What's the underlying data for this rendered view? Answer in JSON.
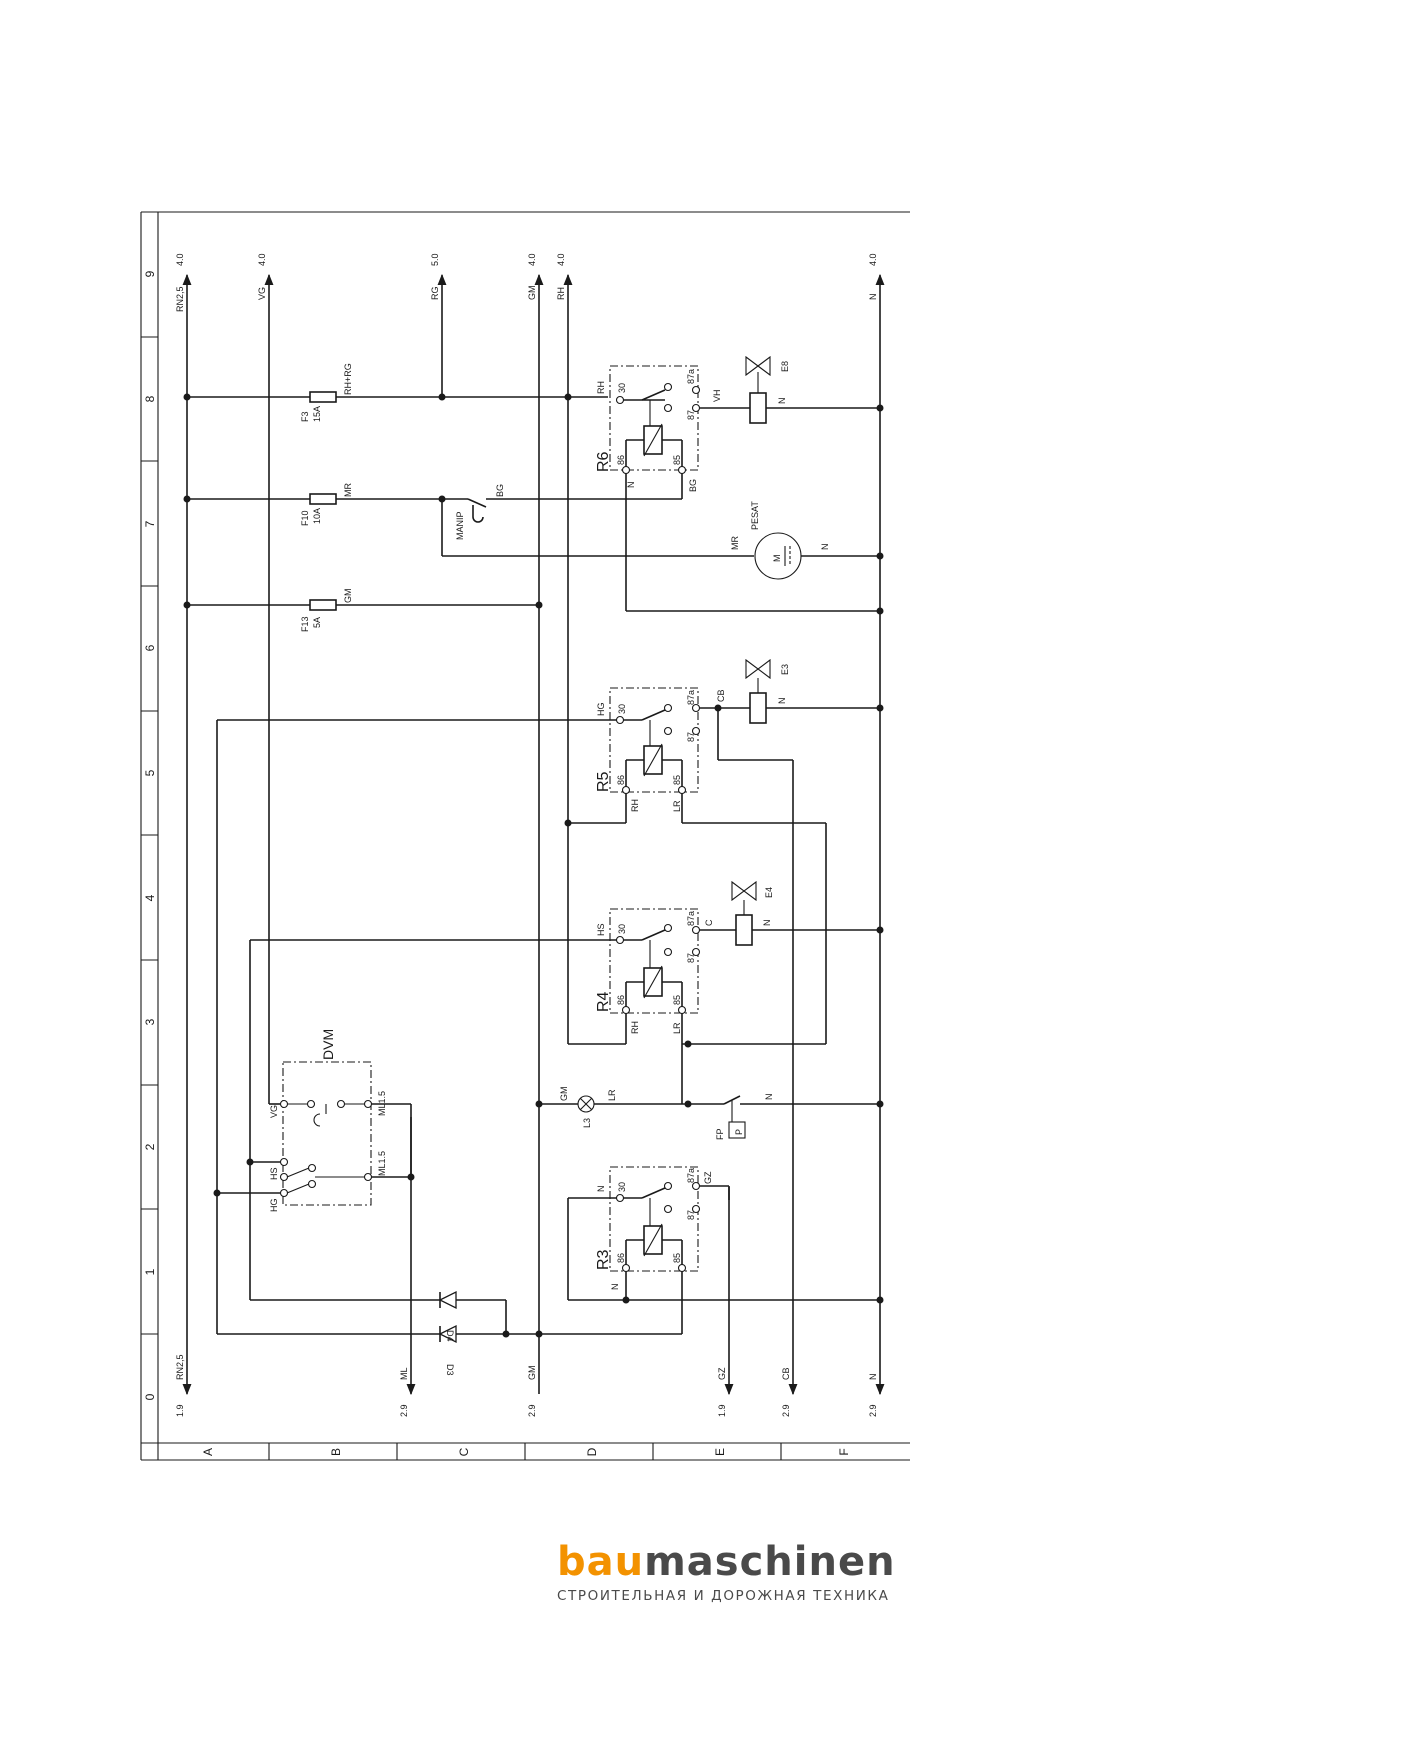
{
  "grid": {
    "rows": [
      "9",
      "8",
      "7",
      "6",
      "5",
      "4",
      "3",
      "2",
      "1",
      "0"
    ],
    "columns": [
      "A",
      "B",
      "C",
      "D",
      "E",
      "F"
    ]
  },
  "top_terminals": [
    {
      "wire": "RN2,5",
      "ref": "4.0"
    },
    {
      "wire": "VG",
      "ref": "4.0"
    },
    {
      "wire": "RG",
      "ref": "5.0"
    },
    {
      "wire": "GM",
      "ref": "4.0"
    },
    {
      "wire": "RH",
      "ref": "4.0"
    },
    {
      "wire": "N",
      "ref": "4.0"
    }
  ],
  "bottom_terminals": [
    {
      "wire": "RN2,5",
      "ref": "1.9"
    },
    {
      "wire": "ML",
      "ref": "2.9"
    },
    {
      "wire": "GM",
      "ref": "2.9"
    },
    {
      "wire": "GZ",
      "ref": "1.9"
    },
    {
      "wire": "CB",
      "ref": "2.9"
    },
    {
      "wire": "N",
      "ref": "2.9"
    }
  ],
  "fuses": [
    {
      "name": "F3",
      "rating": "15A",
      "wire": "RH+RG"
    },
    {
      "name": "F10",
      "rating": "10A",
      "wire": "MR"
    },
    {
      "name": "F13",
      "rating": "5A",
      "wire": "GM"
    }
  ],
  "relays": {
    "R6": {
      "name": "R6",
      "c30": "RH",
      "c86": "N",
      "c85": "BG",
      "out": "VH"
    },
    "R5": {
      "name": "R5",
      "c30": "HG",
      "c86": "RH",
      "c85": "LR",
      "out": "CB"
    },
    "R4": {
      "name": "R4",
      "c30": "HS",
      "c86": "RH",
      "c85": "LR",
      "out": "C"
    },
    "R3": {
      "name": "R3",
      "c30": "N",
      "c86": "N",
      "out": "GZ"
    }
  },
  "relay_pins": {
    "p30": "30",
    "p87a": "87a",
    "p87": "87",
    "p86": "86",
    "p85": "85"
  },
  "valves": [
    {
      "name": "E8",
      "wire": "N"
    },
    {
      "name": "E3",
      "wire": "N"
    },
    {
      "name": "E4",
      "wire": "N"
    }
  ],
  "switch_manip": {
    "name": "MANIP",
    "wire": "BG"
  },
  "motor": {
    "name": "PESAT",
    "symbol": "M",
    "in": "MR",
    "out": "N"
  },
  "dvm": {
    "name": "DVM",
    "vg": "VG",
    "hs": "HS",
    "hg": "HG",
    "ml_top": "ML1.5",
    "ml_bot": "ML1.5"
  },
  "lamp": {
    "name": "L3",
    "in": "GM",
    "out": "LR"
  },
  "pressure_switch": {
    "name": "FP",
    "symbol": "P",
    "wire": "N"
  },
  "diodes": [
    {
      "name": "D4"
    },
    {
      "name": "D3"
    }
  ],
  "logo": {
    "part1": "bau",
    "part2": "maschinen",
    "tagline": "СТРОИТЕЛЬНАЯ И ДОРОЖНАЯ ТЕХНИКА",
    "accent_color": "#f39200",
    "text_color": "#4a4a4a"
  }
}
